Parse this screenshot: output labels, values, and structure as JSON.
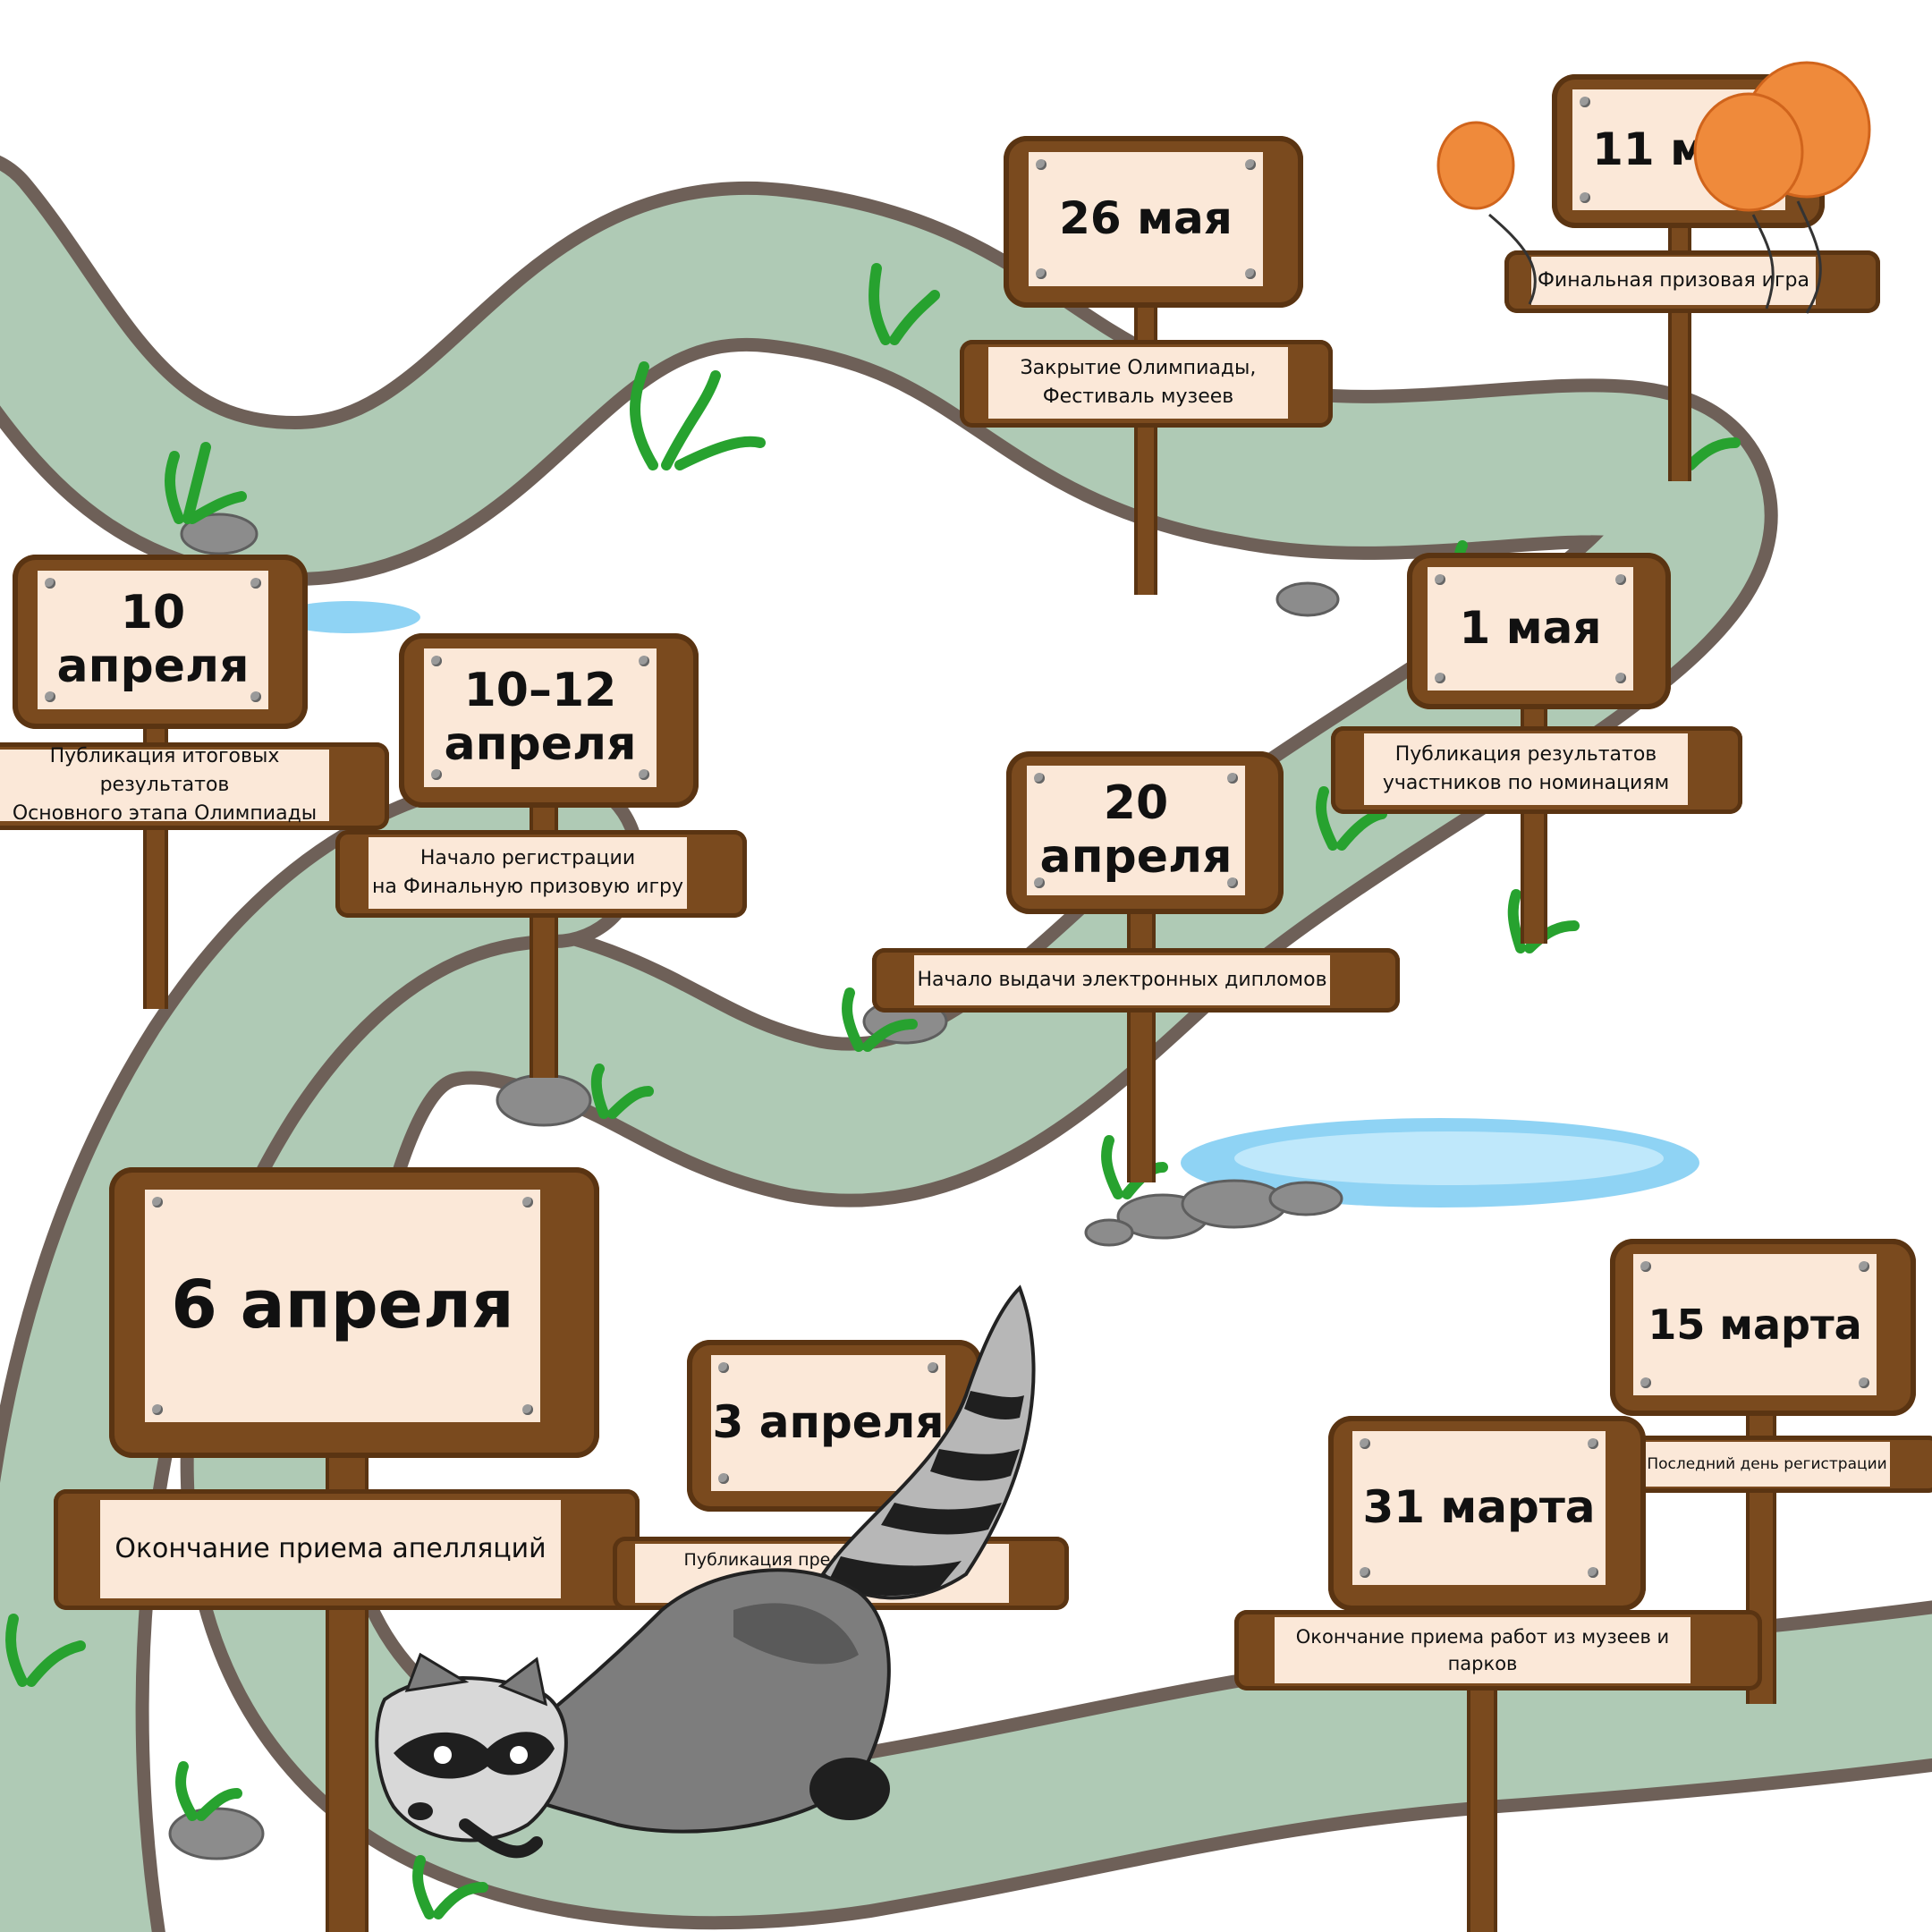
{
  "milestones": {
    "may26": {
      "date": "26 мая",
      "text": "Закрытие Олимпиады,\nФестиваль музеев"
    },
    "may11": {
      "date": "11 мая",
      "text": "Финальная призовая игра"
    },
    "apr10": {
      "date": "10\nапреля",
      "text": "Публикация итоговых результатов\nОсновного этапа Олимпиады"
    },
    "apr1012": {
      "date": "10–12\nапреля",
      "text": "Начало регистрации\nна Финальную призовую игру"
    },
    "may1": {
      "date": "1 мая",
      "text": "Публикация результатов\nучастников по номинациям"
    },
    "apr20": {
      "date": "20\nапреля",
      "text": "Начало выдачи электронных дипломов"
    },
    "apr6": {
      "date": "6 апреля",
      "text": "Окончание приема апелляций"
    },
    "apr3": {
      "date": "3 апреля",
      "text": "Публикация предварительных результатов"
    },
    "mar15": {
      "date": "15 марта",
      "text": "Последний день регистрации"
    },
    "mar31": {
      "date": "31 марта",
      "text": "Окончание приема работ из музеев и парков"
    }
  },
  "colors": {
    "path_fill": "#afcab5",
    "path_edge": "#6e6058",
    "wood": "#7a4a1e",
    "plate": "#fbe8d8",
    "grass": "#27a22f",
    "rock": "#8c8c8c",
    "water": "#8fd3f4",
    "balloon": "#ef8a3b"
  }
}
